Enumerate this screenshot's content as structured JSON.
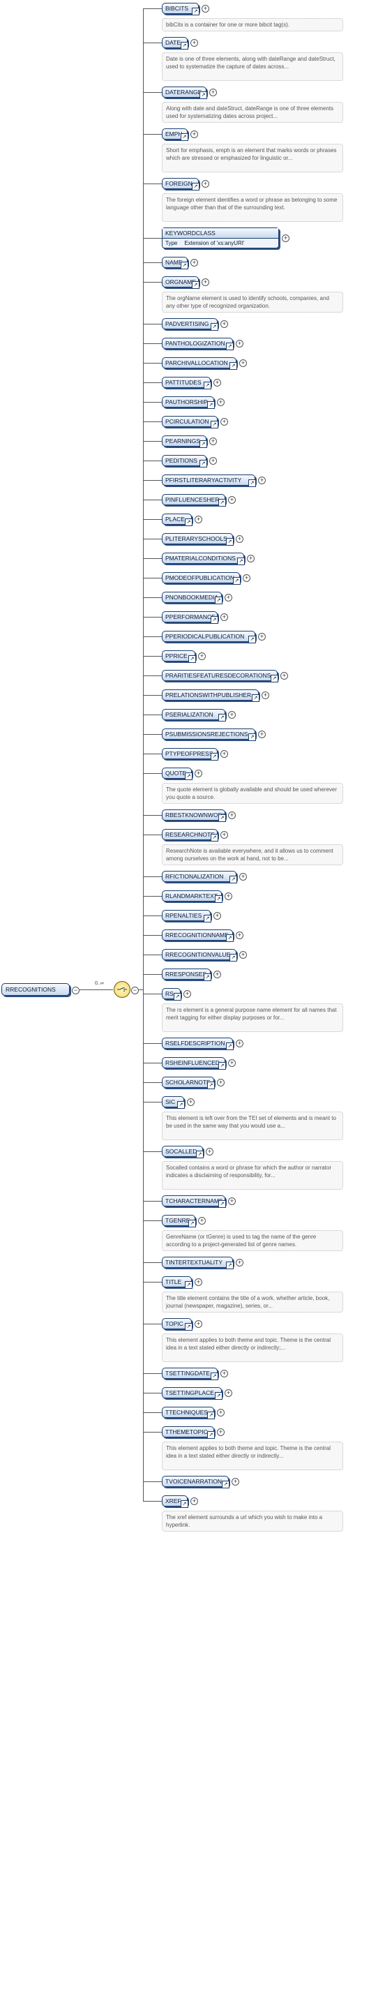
{
  "root": {
    "label": "RRECOGNITIONS",
    "occurrence": "0..∞"
  },
  "children": [
    {
      "label": "BIBCITS",
      "desc": "bibCits is a container for one or more bibcit tag(s)."
    },
    {
      "label": "DATE",
      "desc": "Date is one of three elements, along with dateRange and dateStruct, used to systematize the capture of dates across..."
    },
    {
      "label": "DATERANGE",
      "desc": "Along with date and dateStruct, dateRange is one of three elements used for systematizing dates across project..."
    },
    {
      "label": "EMPH",
      "desc": "Short for emphasis, emph is an element that marks words or phrases which are stressed or emphasized for linguistic or..."
    },
    {
      "label": "FOREIGN",
      "desc": "The foreign element identifies a word or phrase as belonging to some language other than that of the surrounding text."
    },
    {
      "label": "KEYWORDCLASS",
      "type_label": "Type",
      "type_value": "Extension of 'xs:anyURI'"
    },
    {
      "label": "NAME"
    },
    {
      "label": "ORGNAME",
      "desc": "The orgName element is used to identify schools, companies, and any other type of recognized organization."
    },
    {
      "label": "PADVERTISING"
    },
    {
      "label": "PANTHOLOGIZATION"
    },
    {
      "label": "PARCHIVALLOCATION"
    },
    {
      "label": "PATTITUDES"
    },
    {
      "label": "PAUTHORSHIP"
    },
    {
      "label": "PCIRCULATION"
    },
    {
      "label": "PEARNINGS"
    },
    {
      "label": "PEDITIONS"
    },
    {
      "label": "PFIRSTLITERARYACTIVITY"
    },
    {
      "label": "PINFLUENCESHER"
    },
    {
      "label": "PLACE"
    },
    {
      "label": "PLITERARYSCHOOLS"
    },
    {
      "label": "PMATERIALCONDITIONS"
    },
    {
      "label": "PMODEOFPUBLICATION"
    },
    {
      "label": "PNONBOOKMEDIA"
    },
    {
      "label": "PPERFORMANCE"
    },
    {
      "label": "PPERIODICALPUBLICATION"
    },
    {
      "label": "PPRICE"
    },
    {
      "label": "PRARITIESFEATURESDECORATIONS"
    },
    {
      "label": "PRELATIONSWITHPUBLISHER"
    },
    {
      "label": "PSERIALIZATION"
    },
    {
      "label": "PSUBMISSIONSREJECTIONS"
    },
    {
      "label": "PTYPEOFPRESS"
    },
    {
      "label": "QUOTE",
      "desc": "The quote element is globally available and should be used wherever you quote a source."
    },
    {
      "label": "RBESTKNOWNWORK"
    },
    {
      "label": "RESEARCHNOTE",
      "desc": "ResearchNote is available everywhere, and it allows us to comment among ourselves on the work at hand, not to be..."
    },
    {
      "label": "RFICTIONALIZATION"
    },
    {
      "label": "RLANDMARKTEXT"
    },
    {
      "label": "RPENALTIES"
    },
    {
      "label": "RRECOGNITIONNAME"
    },
    {
      "label": "RRECOGNITIONVALUE"
    },
    {
      "label": "RRESPONSES"
    },
    {
      "label": "RS",
      "desc": "The rs element is a general purpose name element for all names that merit tagging for either display purposes or for..."
    },
    {
      "label": "RSELFDESCRIPTION"
    },
    {
      "label": "RSHEINFLUENCED"
    },
    {
      "label": "SCHOLARNOTE"
    },
    {
      "label": "SIC",
      "desc": "This element is left over from the TEI set of elements and is meant to be used in the same way that you would use a..."
    },
    {
      "label": "SOCALLED",
      "desc": "Socalled contains a word or phrase for which the author or narrator indicates a disclaiming of responsibility, for..."
    },
    {
      "label": "TCHARACTERNAME"
    },
    {
      "label": "TGENRE",
      "desc": "GenreName (or tGenre) is used to tag the name of the genre according to a project-generated list of genre names."
    },
    {
      "label": "TINTERTEXTUALITY"
    },
    {
      "label": "TITLE",
      "desc": "The title element contains the title of a work, whether article, book, journal (newspaper, magazine), series, or..."
    },
    {
      "label": "TOPIC",
      "desc": "This element applies to both theme and topic. Theme is the central idea in a text stated either directly or indirectly;..."
    },
    {
      "label": "TSETTINGDATE"
    },
    {
      "label": "TSETTINGPLACE"
    },
    {
      "label": "TTECHNIQUES"
    },
    {
      "label": "TTHEMETOPIC",
      "desc": "This element applies to both theme and topic. Theme is the central idea in a text stated either directly or indirectly..."
    },
    {
      "label": "TVOICENARRATION"
    },
    {
      "label": "XREF",
      "desc": "The xref element surrounds a url which you wish to make into a hyperlink."
    }
  ]
}
